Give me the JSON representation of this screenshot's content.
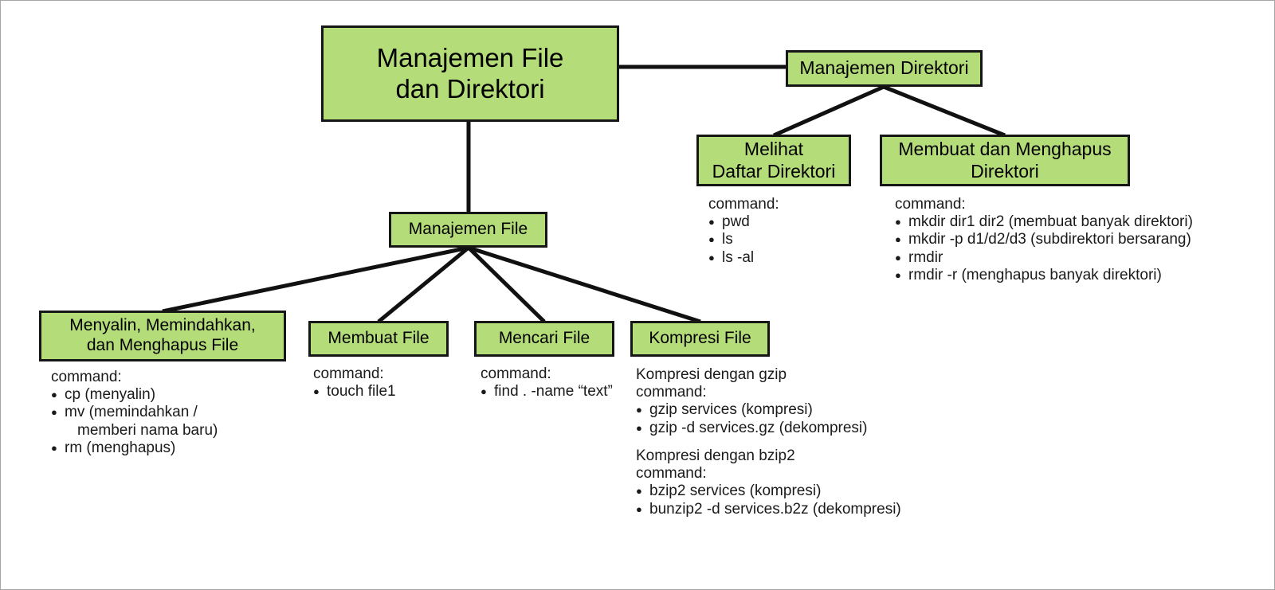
{
  "diagram": {
    "title": "Manajemen File dan Direktori",
    "colors": {
      "node_fill": "#b4dc78",
      "node_border": "#161616",
      "edge": "#111111",
      "text": "#000000",
      "background": "#ffffff",
      "page_border": "#a6a6a6"
    },
    "nodes": {
      "root": "Manajemen File\ndan Direktori",
      "manajemen_direktori": "Manajemen Direktori",
      "melihat_daftar_direktori": "Melihat\nDaftar Direktori",
      "membuat_menghapus_direktori": "Membuat dan Menghapus\nDirektori",
      "manajemen_file": "Manajemen File",
      "menyalin_memindahkan_menghapus_file": "Menyalin, Memindahkan,\ndan Menghapus File",
      "membuat_file": "Membuat File",
      "mencari_file": "Mencari File",
      "kompresi_file": "Kompresi File"
    },
    "commands": {
      "melihat_daftar_direktori": [
        {
          "type": "heading",
          "text": "command:"
        },
        {
          "type": "bullet",
          "text": "pwd"
        },
        {
          "type": "bullet",
          "text": "ls"
        },
        {
          "type": "bullet",
          "text": "ls -al"
        }
      ],
      "membuat_menghapus_direktori": [
        {
          "type": "heading",
          "text": "command:"
        },
        {
          "type": "bullet",
          "text": "mkdir dir1 dir2 (membuat banyak direktori)"
        },
        {
          "type": "bullet",
          "text": "mkdir -p d1/d2/d3 (subdirektori bersarang)"
        },
        {
          "type": "bullet",
          "text": "rmdir"
        },
        {
          "type": "bullet",
          "text": "rmdir -r (menghapus banyak direktori)"
        }
      ],
      "menyalin_memindahkan_menghapus_file": [
        {
          "type": "heading",
          "text": "command:"
        },
        {
          "type": "bullet",
          "text": "cp (menyalin)"
        },
        {
          "type": "bullet",
          "text": "mv (memindahkan /"
        },
        {
          "type": "cont",
          "text": "memberi nama baru)"
        },
        {
          "type": "bullet",
          "text": "rm (menghapus)"
        }
      ],
      "membuat_file": [
        {
          "type": "heading",
          "text": "command:"
        },
        {
          "type": "bullet",
          "text": "touch file1"
        }
      ],
      "mencari_file": [
        {
          "type": "heading",
          "text": "command:"
        },
        {
          "type": "bullet",
          "text": "find . -name “text”"
        }
      ],
      "kompresi_file": [
        {
          "type": "heading",
          "text": "Kompresi dengan gzip"
        },
        {
          "type": "heading",
          "text": "command:"
        },
        {
          "type": "bullet",
          "text": "gzip services (kompresi)"
        },
        {
          "type": "bullet",
          "text": "gzip -d services.gz (dekompresi)"
        },
        {
          "type": "gap",
          "text": ""
        },
        {
          "type": "heading",
          "text": "Kompresi dengan bzip2"
        },
        {
          "type": "heading",
          "text": "command:"
        },
        {
          "type": "bullet",
          "text": "bzip2 services (kompresi)"
        },
        {
          "type": "bullet",
          "text": "bunzip2 -d services.b2z (dekompresi)"
        }
      ]
    }
  }
}
